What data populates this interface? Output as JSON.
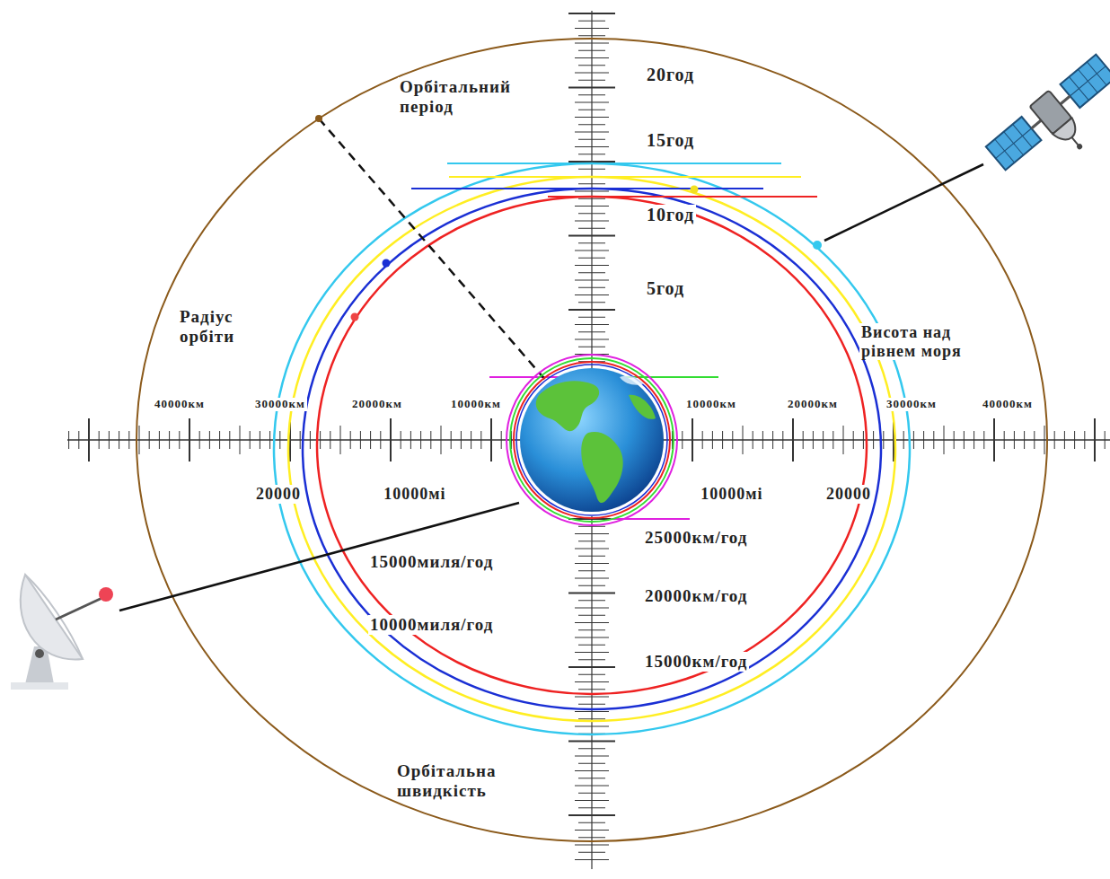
{
  "diagram": {
    "labels": [
      "20год",
      "Орбітальний період",
      "15год",
      "10год",
      "5год",
      "Радіус орбіти",
      "Висота над рівнем моря",
      "40000км",
      "30000км",
      "20000км",
      "10000км",
      "10000км",
      "20000км",
      "30000км",
      "40000км",
      "20000",
      "10000мі",
      "10000мі",
      "20000",
      "25000км/год",
      "15000миля/год",
      "20000км/год",
      "10000миля/год",
      "15000км/год",
      "Орбітальна швидкість"
    ]
  }
}
